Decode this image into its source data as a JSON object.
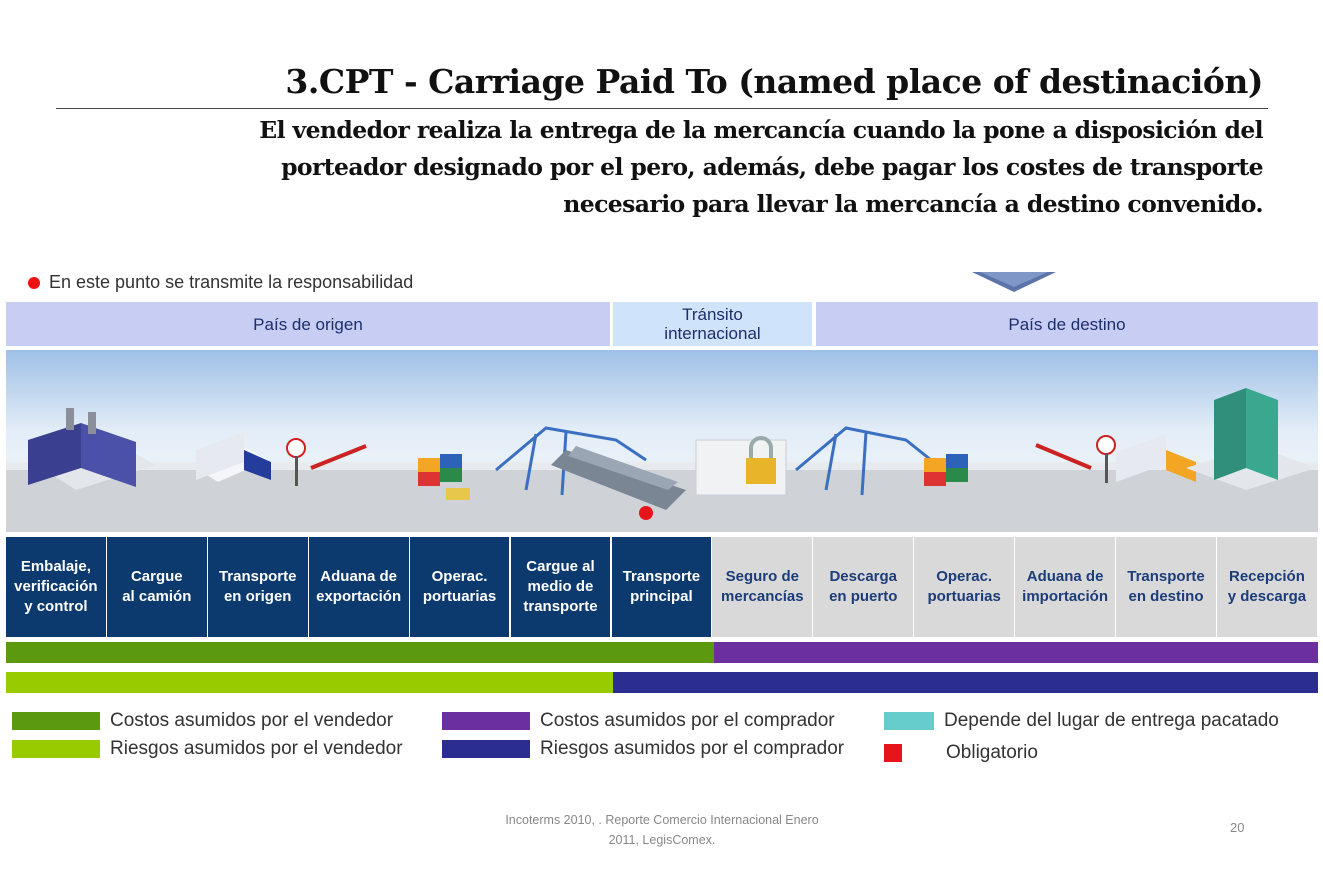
{
  "slide": {
    "title": "3.CPT - Carriage Paid To (named place of destinación)",
    "subtitle_lines": [
      "El vendedor realiza la entrega de la mercancía cuando la pone a disposición del",
      "porteador designado por el pero, además, debe pagar los costes de transporte",
      "necesario para llevar la mercancía a destino convenido."
    ],
    "footer": {
      "citation_line1": "Incoterms 2010, . Reporte Comercio Internacional Enero",
      "citation_line2": "2011, LegisComex.",
      "page_number": "20"
    }
  },
  "diagram": {
    "responsibility_note": "En este punto se transmite la responsabilidad",
    "regions": {
      "origin": "País de origen",
      "transit_line1": "Tránsito",
      "transit_line2": "internacional",
      "destination": "País de destino"
    },
    "steps": [
      {
        "line1": "Embalaje,",
        "line2": "verificación",
        "line3": "y control",
        "party": "seller"
      },
      {
        "line1": "Cargue",
        "line2": "al camión",
        "line3": "",
        "party": "seller"
      },
      {
        "line1": "Transporte",
        "line2": "en origen",
        "line3": "",
        "party": "seller"
      },
      {
        "line1": "Aduana de",
        "line2": "exportación",
        "line3": "",
        "party": "seller"
      },
      {
        "line1": "Operac.",
        "line2": "portuarias",
        "line3": "",
        "party": "seller"
      },
      {
        "line1": "Cargue al",
        "line2": "medio de",
        "line3": "transporte",
        "party": "seller"
      },
      {
        "line1": "Transporte",
        "line2": "principal",
        "line3": "",
        "party": "seller"
      },
      {
        "line1": "Seguro de",
        "line2": "mercancías",
        "line3": "",
        "party": "buyer"
      },
      {
        "line1": "Descarga",
        "line2": "en puerto",
        "line3": "",
        "party": "buyer"
      },
      {
        "line1": "Operac.",
        "line2": "portuarias",
        "line3": "",
        "party": "buyer"
      },
      {
        "line1": "Aduana de",
        "line2": "importación",
        "line3": "",
        "party": "buyer"
      },
      {
        "line1": "Transporte",
        "line2": "en destino",
        "line3": "",
        "party": "buyer"
      },
      {
        "line1": "Recepción",
        "line2": "y descarga",
        "line3": "",
        "party": "buyer"
      }
    ],
    "cost_split_steps": 7,
    "risk_split_steps": 6,
    "legend": {
      "seller_costs": "Costos asumidos por el vendedor",
      "seller_risks": "Riesgos asumidos por el vendedor",
      "buyer_costs": "Costos asumidos por el comprador",
      "buyer_risks": "Riesgos asumidos por el comprador",
      "depends": "Depende del lugar de entrega pacatado",
      "mandatory": "Obligatorio"
    },
    "colors": {
      "seller_cost": "#5b9a0e",
      "seller_risk": "#99cc00",
      "buyer_cost": "#6b2fa0",
      "buyer_risk": "#2b2e90",
      "depends": "#66cccc",
      "mandatory": "#e8141c",
      "seller_step": "#0d3a6e",
      "buyer_step": "#d9d9d9",
      "region_band": "#c8cdf4",
      "transit_band": "#cfe4fb"
    }
  }
}
